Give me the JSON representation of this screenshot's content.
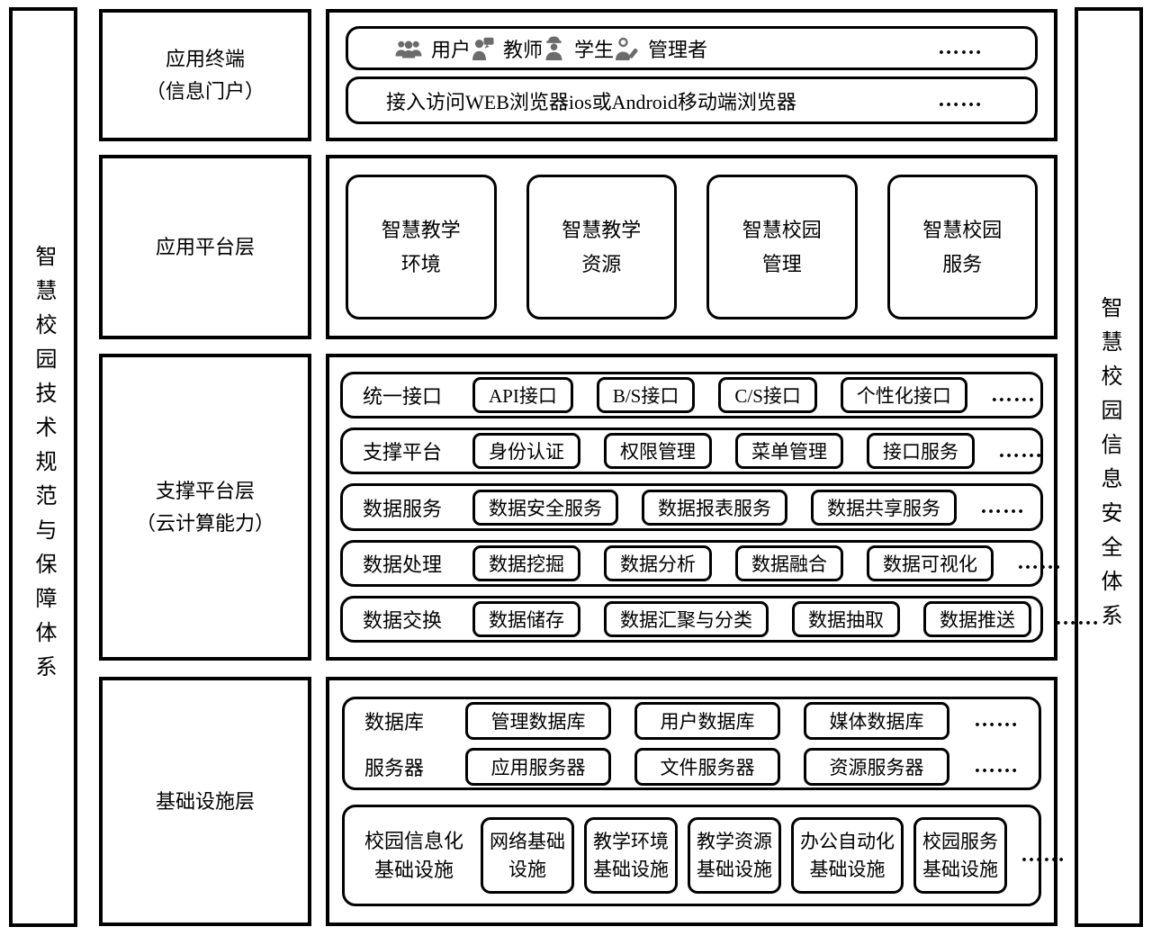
{
  "ellipsis": "……",
  "colors": {
    "border": "#000000",
    "icon_gray": "#6b6b6b",
    "background": "#ffffff"
  },
  "pillars": {
    "left": "智慧校园技术规范与保障体系",
    "right": "智慧校园信息安全体系"
  },
  "layers": {
    "terminal": {
      "label_line1": "应用终端",
      "label_line2": "（信息门户）",
      "users": [
        {
          "icon": "users-icon",
          "label": "用户"
        },
        {
          "icon": "teacher-icon",
          "label": "教师"
        },
        {
          "icon": "student-icon",
          "label": "学生"
        },
        {
          "icon": "manager-icon",
          "label": "管理者"
        }
      ],
      "access": [
        "接入访问",
        "WEB浏览器",
        "ios或Android移动端",
        "浏览器"
      ]
    },
    "platform": {
      "label_line1": "应用平台层",
      "label_line2": "",
      "boxes": [
        {
          "line1": "智慧教学",
          "line2": "环境"
        },
        {
          "line1": "智慧教学",
          "line2": "资源"
        },
        {
          "line1": "智慧校园",
          "line2": "管理"
        },
        {
          "line1": "智慧校园",
          "line2": "服务"
        }
      ]
    },
    "support": {
      "label_line1": "支撑平台层",
      "label_line2": "（云计算能力）",
      "rows": [
        {
          "label": "统一接口",
          "chips": [
            "API接口",
            "B/S接口",
            "C/S接口",
            "个性化接口"
          ]
        },
        {
          "label": "支撑平台",
          "chips": [
            "身份认证",
            "权限管理",
            "菜单管理",
            "接口服务"
          ]
        },
        {
          "label": "数据服务",
          "chips": [
            "数据安全服务",
            "数据报表服务",
            "数据共享服务"
          ]
        },
        {
          "label": "数据处理",
          "chips": [
            "数据挖掘",
            "数据分析",
            "数据融合",
            "数据可视化"
          ]
        },
        {
          "label": "数据交换",
          "chips": [
            "数据储存",
            "数据汇聚与分类",
            "数据抽取",
            "数据推送"
          ]
        }
      ]
    },
    "infrastructure": {
      "label_line1": "基础设施层",
      "label_line2": "",
      "db_rows": [
        {
          "label": "数据库",
          "chips": [
            "管理数据库",
            "用户数据库",
            "媒体数据库"
          ]
        },
        {
          "label": "服务器",
          "chips": [
            "应用服务器",
            "文件服务器",
            "资源服务器"
          ]
        }
      ],
      "facilities": {
        "label_line1": "校园信息化",
        "label_line2": "基础设施",
        "chips": [
          {
            "line1": "网络基础",
            "line2": "设施"
          },
          {
            "line1": "教学环境",
            "line2": "基础设施"
          },
          {
            "line1": "教学资源",
            "line2": "基础设施"
          },
          {
            "line1": "办公自动化",
            "line2": "基础设施"
          },
          {
            "line1": "校园服务",
            "line2": "基础设施"
          }
        ]
      }
    }
  }
}
